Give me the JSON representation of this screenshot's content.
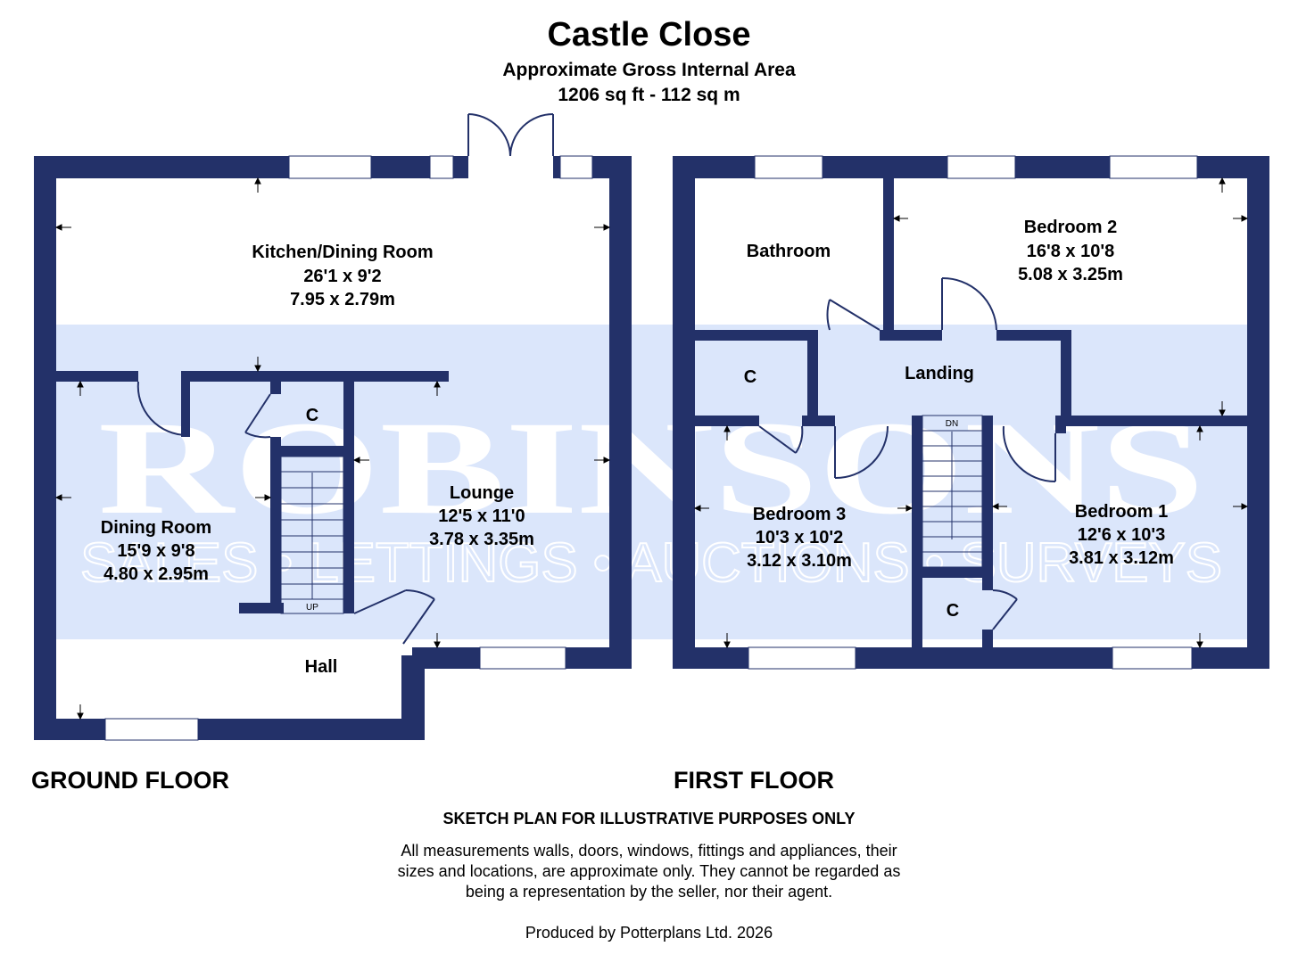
{
  "header": {
    "title": "Castle Close",
    "subtitle": "Approximate Gross Internal Area",
    "area": "1206 sq ft - 112 sq m"
  },
  "watermark": {
    "brand": "ROBINSONS",
    "services": "SALES • LETTINGS • AUCTIONS • SURVEYS"
  },
  "colors": {
    "wall": "#233169",
    "watermark_band": "#dbe6fb",
    "background": "#ffffff"
  },
  "ground_floor": {
    "label": "GROUND FLOOR",
    "rooms": {
      "kitchen": {
        "name": "Kitchen/Dining Room",
        "imperial": "26'1 x 9'2",
        "metric": "7.95 x 2.79m"
      },
      "dining": {
        "name": "Dining Room",
        "imperial": "15'9 x 9'8",
        "metric": "4.80 x 2.95m"
      },
      "lounge": {
        "name": "Lounge",
        "imperial": "12'5 x 11'0",
        "metric": "3.78 x 3.35m"
      },
      "hall": {
        "name": "Hall"
      },
      "cupboard": {
        "name": "C"
      }
    },
    "stairs_label": "UP"
  },
  "first_floor": {
    "label": "FIRST FLOOR",
    "rooms": {
      "bathroom": {
        "name": "Bathroom"
      },
      "bedroom2": {
        "name": "Bedroom 2",
        "imperial": "16'8 x 10'8",
        "metric": "5.08 x 3.25m"
      },
      "landing": {
        "name": "Landing"
      },
      "cupboard_a": {
        "name": "C"
      },
      "bedroom3": {
        "name": "Bedroom 3",
        "imperial": "10'3 x 10'2",
        "metric": "3.12 x 3.10m"
      },
      "bedroom1": {
        "name": "Bedroom 1",
        "imperial": "12'6 x 10'3",
        "metric": "3.81 x 3.12m"
      },
      "cupboard_b": {
        "name": "C"
      }
    },
    "stairs_label": "DN"
  },
  "footer": {
    "disclaimer_title": "SKETCH PLAN FOR ILLUSTRATIVE PURPOSES ONLY",
    "disclaimer_line1": "All measurements walls, doors, windows, fittings and appliances, their",
    "disclaimer_line2": "sizes and locations, are approximate only. They cannot be regarded as",
    "disclaimer_line3": "being a representation by the seller, nor their agent.",
    "credit": "Produced by Potterplans Ltd. 2026"
  }
}
